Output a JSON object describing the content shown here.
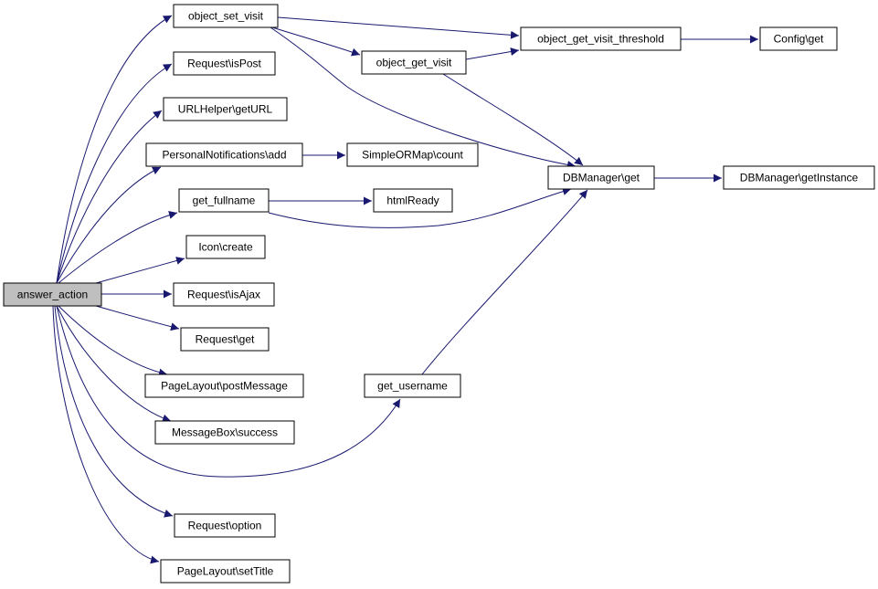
{
  "diagram": {
    "type": "call-graph",
    "edge_color": "#191970",
    "root_fill": "#bfbfbf",
    "nodes": [
      {
        "id": "answer_action",
        "label": "answer_action",
        "root": true
      },
      {
        "id": "object_set_visit",
        "label": "object_set_visit"
      },
      {
        "id": "request_ispost",
        "label": "Request\\isPost"
      },
      {
        "id": "urlhelper_geturl",
        "label": "URLHelper\\getURL"
      },
      {
        "id": "personalnotifications_add",
        "label": "PersonalNotifications\\add"
      },
      {
        "id": "get_fullname",
        "label": "get_fullname"
      },
      {
        "id": "icon_create",
        "label": "Icon\\create"
      },
      {
        "id": "request_isajax",
        "label": "Request\\isAjax"
      },
      {
        "id": "request_get",
        "label": "Request\\get"
      },
      {
        "id": "pagelayout_postmessage",
        "label": "PageLayout\\postMessage"
      },
      {
        "id": "messagebox_success",
        "label": "MessageBox\\success"
      },
      {
        "id": "request_option",
        "label": "Request\\option"
      },
      {
        "id": "pagelayout_settitle",
        "label": "PageLayout\\setTitle"
      },
      {
        "id": "object_get_visit",
        "label": "object_get_visit"
      },
      {
        "id": "simpleormap_count",
        "label": "SimpleORMap\\count"
      },
      {
        "id": "htmlready",
        "label": "htmlReady"
      },
      {
        "id": "get_username",
        "label": "get_username"
      },
      {
        "id": "object_get_visit_threshold",
        "label": "object_get_visit_threshold"
      },
      {
        "id": "dbmanager_get",
        "label": "DBManager\\get"
      },
      {
        "id": "config_get",
        "label": "Config\\get"
      },
      {
        "id": "dbmanager_getinstance",
        "label": "DBManager\\getInstance"
      }
    ],
    "edges": [
      {
        "from": "answer_action",
        "to": "object_set_visit"
      },
      {
        "from": "answer_action",
        "to": "request_ispost"
      },
      {
        "from": "answer_action",
        "to": "urlhelper_geturl"
      },
      {
        "from": "answer_action",
        "to": "personalnotifications_add"
      },
      {
        "from": "answer_action",
        "to": "get_fullname"
      },
      {
        "from": "answer_action",
        "to": "icon_create"
      },
      {
        "from": "answer_action",
        "to": "request_isajax"
      },
      {
        "from": "answer_action",
        "to": "request_get"
      },
      {
        "from": "answer_action",
        "to": "pagelayout_postmessage"
      },
      {
        "from": "answer_action",
        "to": "messagebox_success"
      },
      {
        "from": "answer_action",
        "to": "get_username"
      },
      {
        "from": "answer_action",
        "to": "request_option"
      },
      {
        "from": "answer_action",
        "to": "pagelayout_settitle"
      },
      {
        "from": "object_set_visit",
        "to": "object_get_visit_threshold"
      },
      {
        "from": "object_set_visit",
        "to": "object_get_visit"
      },
      {
        "from": "object_set_visit",
        "to": "dbmanager_get"
      },
      {
        "from": "object_get_visit",
        "to": "object_get_visit_threshold"
      },
      {
        "from": "object_get_visit",
        "to": "dbmanager_get"
      },
      {
        "from": "object_get_visit_threshold",
        "to": "config_get"
      },
      {
        "from": "personalnotifications_add",
        "to": "simpleormap_count"
      },
      {
        "from": "get_fullname",
        "to": "htmlready"
      },
      {
        "from": "get_fullname",
        "to": "dbmanager_get"
      },
      {
        "from": "get_username",
        "to": "dbmanager_get"
      },
      {
        "from": "dbmanager_get",
        "to": "dbmanager_getinstance"
      }
    ]
  }
}
